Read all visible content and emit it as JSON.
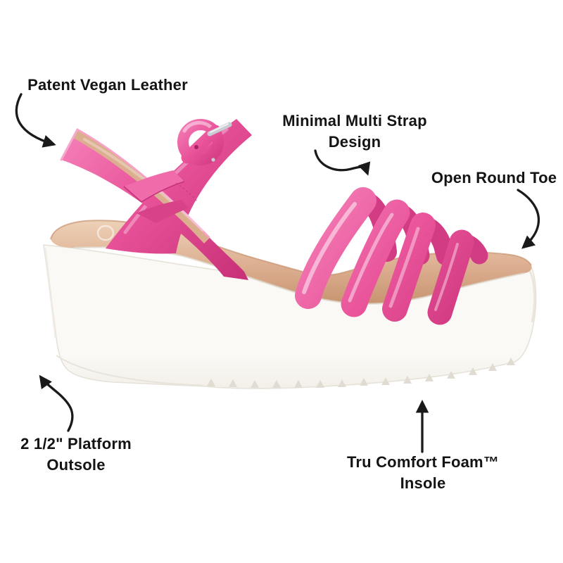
{
  "figure": {
    "subject": "Pink strappy platform wedge sandal, side view, with five feature callouts"
  },
  "callouts": {
    "patent_leather": {
      "text": "Patent Vegan Leather"
    },
    "multi_strap": {
      "text": "Minimal Multi Strap\nDesign"
    },
    "open_toe": {
      "text": "Open Round Toe"
    },
    "platform_outsole": {
      "text": "2 1/2\" Platform\nOutsole"
    },
    "comfort_insole": {
      "text": "Tru Comfort Foam™\nInsole"
    }
  },
  "colors": {
    "background": "#ffffff",
    "text": "#141414",
    "arrow": "#1a1a1a",
    "strap_pink": "#e9539a",
    "strap_pink_light": "#f584bb",
    "strap_pink_dark": "#c73077",
    "insole_tan": "#dcae90",
    "insole_tan_light": "#eed3b9",
    "insole_tan_dark": "#c6936f",
    "platform_white": "#faf9f5",
    "platform_shadow": "#e0dcd2",
    "buckle_silver": "#c9ccd2"
  }
}
